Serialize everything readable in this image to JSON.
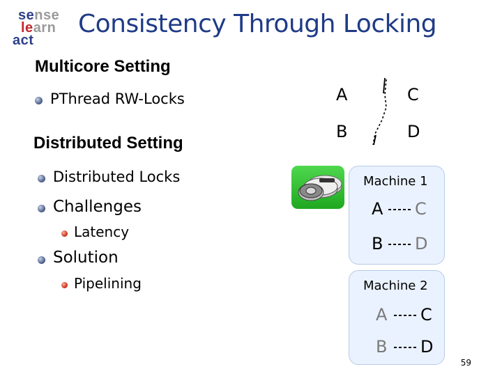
{
  "logo": {
    "line1": [
      "se",
      "nse"
    ],
    "line2": [
      "le",
      "arn"
    ],
    "line3": [
      "a",
      "ct"
    ]
  },
  "title": "Consistency Through Locking",
  "sections": {
    "multicore": {
      "heading": "Multicore Setting",
      "item": "PThread RW-Locks"
    },
    "distributed": {
      "heading": "Distributed Setting",
      "item1": "Distributed Locks",
      "item2": "Challenges",
      "item2_sub": "Latency",
      "item3": "Solution",
      "item3_sub": "Pipelining"
    }
  },
  "multicore_diagram": {
    "a": "A",
    "b": "B",
    "c": "C",
    "d": "D"
  },
  "machines": [
    {
      "label": "Machine 1",
      "a": "A",
      "b": "B",
      "c": "C",
      "d": "D"
    },
    {
      "label": "Machine 2",
      "a": "A",
      "b": "B",
      "c": "C",
      "d": "D"
    }
  ],
  "colors": {
    "title": "#1f3b87",
    "machine_bg": "#eaf2ff",
    "disk_box": "#22aa22",
    "ghost_node": "#7a7a7a"
  },
  "icons": [
    "hard-drive-stack-icon"
  ],
  "page_number": "59"
}
